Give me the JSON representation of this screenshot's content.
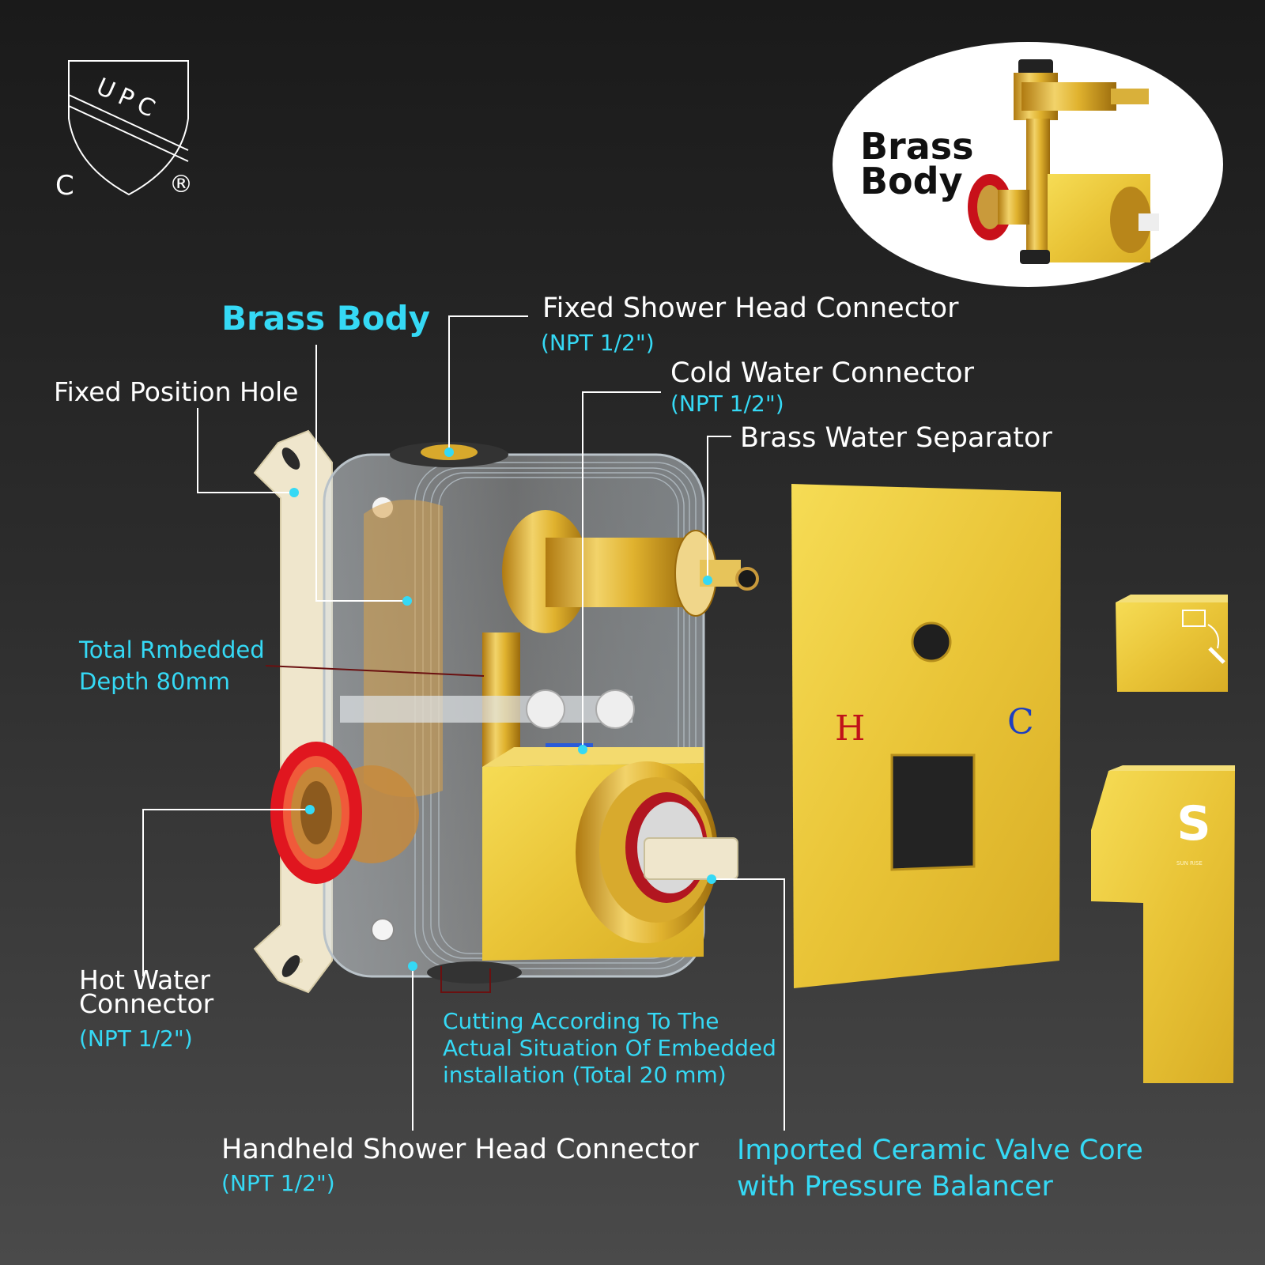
{
  "cert": {
    "mark": "UPC",
    "left": "C",
    "right": "®"
  },
  "inset": {
    "line1": "Brass",
    "line2": "Body"
  },
  "labels": {
    "brass_body": "Brass Body",
    "fixed_position_hole": "Fixed Position Hole",
    "fixed_shower": "Fixed Shower Head Connector",
    "fixed_shower_npt": "(NPT 1/2\")",
    "cold_water": "Cold Water Connector",
    "cold_water_npt": "(NPT 1/2\")",
    "separator": "Brass Water Separator",
    "depth_line1": "Total Rmbedded",
    "depth_line2": "Depth 80mm",
    "hot_line1": "Hot Water",
    "hot_line2": "Connector",
    "hot_npt": "(NPT 1/2\")",
    "cutting_line1": "Cutting According To The",
    "cutting_line2": "Actual Situation Of Embedded",
    "cutting_line3": "installation (Total 20 mm)",
    "handheld": "Handheld Shower Head Connector",
    "handheld_npt": "(NPT 1/2\")",
    "ceramic_line1": "Imported Ceramic Valve Core",
    "ceramic_line2": "with Pressure Balancer"
  },
  "plate": {
    "hot": "H",
    "cold": "C"
  },
  "lever": {
    "brand": "SUN RISE"
  },
  "colors": {
    "accent": "#35d9f5",
    "gold": "#e8c23a",
    "hot": "#c0121a",
    "cold": "#1e3fbf"
  }
}
